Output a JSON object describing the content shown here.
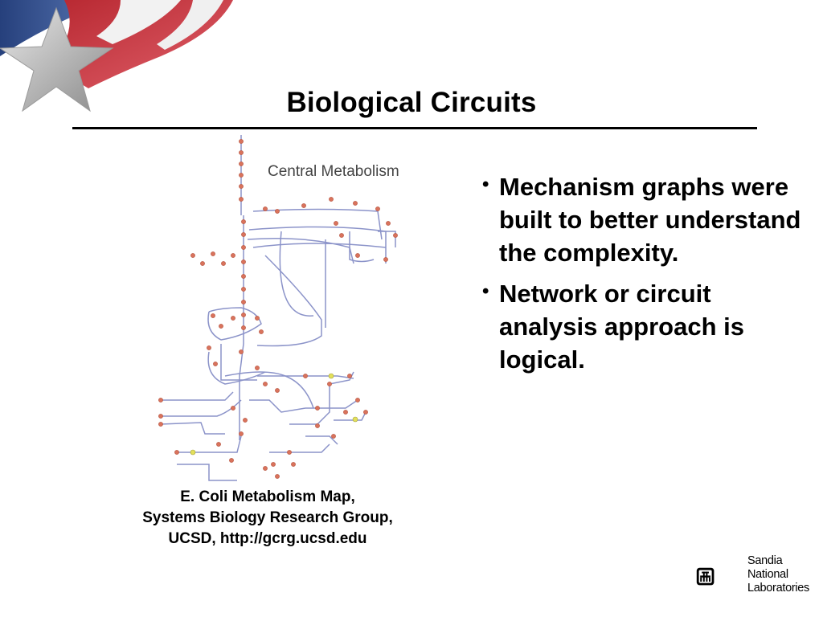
{
  "slide": {
    "title": "Biological Circuits"
  },
  "figure": {
    "label": "Central Metabolism",
    "caption": [
      "E. Coli Metabolism Map,",
      "Systems Biology Research Group,",
      "UCSD, http://gcrg.ucsd.edu"
    ]
  },
  "bullets": [
    "Mechanism graphs were built to better understand the complexity.",
    "Network or circuit analysis approach is logical."
  ],
  "logo": {
    "lines": [
      "Sandia",
      "National",
      "Laboratories"
    ]
  },
  "colors": {
    "network_line": "#8b93c9",
    "node": "#d9735c",
    "flag_red": "#c8343c",
    "flag_blue": "#2f4d8c"
  }
}
